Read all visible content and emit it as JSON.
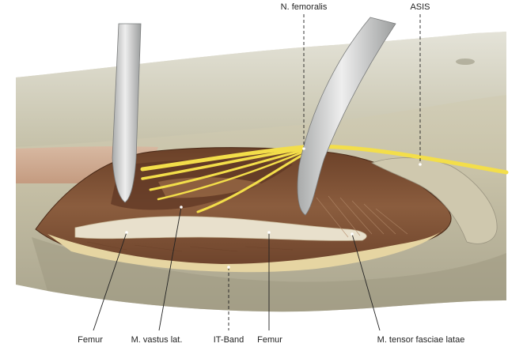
{
  "labels": {
    "n_femoralis": "N. femoralis",
    "asis": "ASIS",
    "femur_left": "Femur",
    "vastus_lat": "M. vastus lat.",
    "it_band": "IT-Band",
    "femur_right": "Femur",
    "tensor": "M. tensor fasciae latae"
  },
  "colors": {
    "skin": "#c8c2a8",
    "skin_dark": "#9c9880",
    "muscle": "#8a5a3c",
    "muscle_dark": "#5c3522",
    "fat": "#e6d5a2",
    "bone": "#e8e0cc",
    "nerve": "#f3de4a",
    "retractor": "#d5d6d6",
    "text": "#222222"
  }
}
